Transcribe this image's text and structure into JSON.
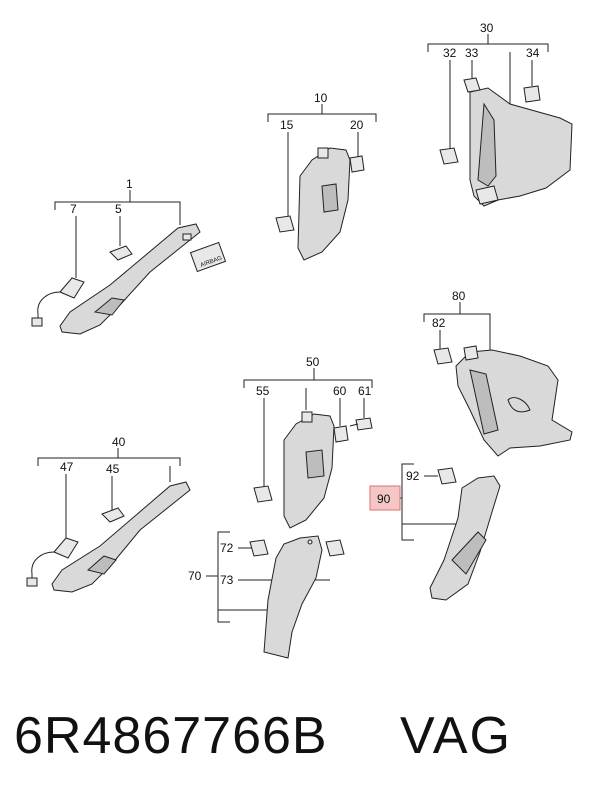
{
  "callouts": {
    "c1": "1",
    "c5": "5",
    "c7": "7",
    "c10": "10",
    "c15": "15",
    "c20": "20",
    "c30": "30",
    "c32": "32",
    "c33": "33",
    "c34": "34",
    "c40": "40",
    "c45": "45",
    "c47": "47",
    "c50": "50",
    "c55": "55",
    "c60": "60",
    "c61": "61",
    "c70": "70",
    "c72": "72",
    "c73": "73",
    "c80": "80",
    "c82": "82",
    "c90": "90",
    "c92": "92"
  },
  "label_airbag": "AIRBAG",
  "highlight_color": "#f4c7c7",
  "footer": {
    "part_number": "6R4867766B",
    "brand": "VAG"
  }
}
